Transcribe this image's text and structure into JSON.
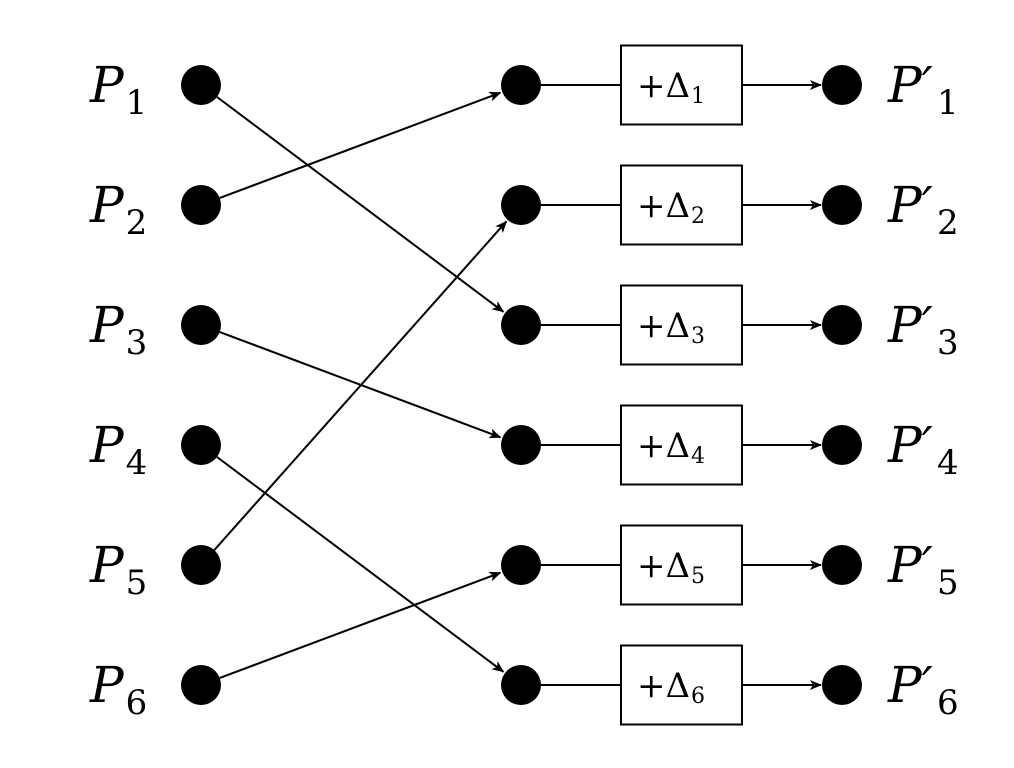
{
  "inputs": [
    {
      "letter": "P",
      "sub": "1"
    },
    {
      "letter": "P",
      "sub": "2"
    },
    {
      "letter": "P",
      "sub": "3"
    },
    {
      "letter": "P",
      "sub": "4"
    },
    {
      "letter": "P",
      "sub": "5"
    },
    {
      "letter": "P",
      "sub": "6"
    }
  ],
  "boxes": [
    {
      "op": "+Δ",
      "sub": "1"
    },
    {
      "op": "+Δ",
      "sub": "2"
    },
    {
      "op": "+Δ",
      "sub": "3"
    },
    {
      "op": "+Δ",
      "sub": "4"
    },
    {
      "op": "+Δ",
      "sub": "5"
    },
    {
      "op": "+Δ",
      "sub": "6"
    }
  ],
  "outputs": [
    {
      "letter": "P′",
      "sub": "1"
    },
    {
      "letter": "P′",
      "sub": "2"
    },
    {
      "letter": "P′",
      "sub": "3"
    },
    {
      "letter": "P′",
      "sub": "4"
    },
    {
      "letter": "P′",
      "sub": "5"
    },
    {
      "letter": "P′",
      "sub": "6"
    }
  ],
  "permutation": [
    {
      "from": 1,
      "to": 3
    },
    {
      "from": 2,
      "to": 1
    },
    {
      "from": 3,
      "to": 4
    },
    {
      "from": 4,
      "to": 6
    },
    {
      "from": 5,
      "to": 2
    },
    {
      "from": 6,
      "to": 5
    }
  ]
}
